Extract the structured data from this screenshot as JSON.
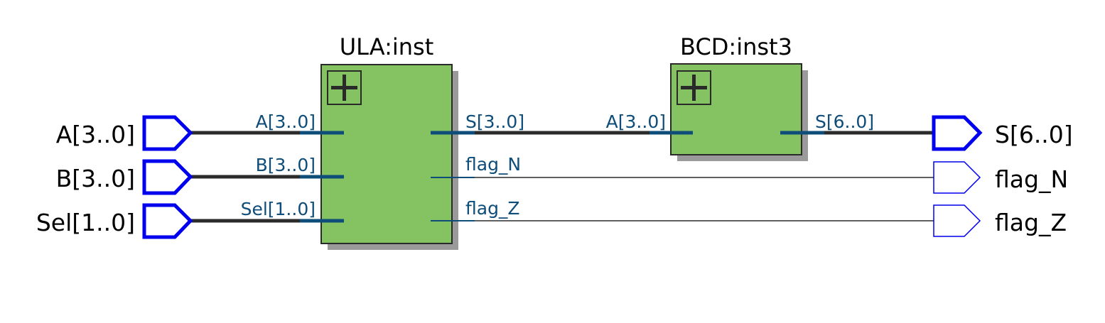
{
  "inputs": [
    {
      "label": "A[3..0]"
    },
    {
      "label": "B[3..0]"
    },
    {
      "label": "Sel[1..0]"
    }
  ],
  "outputs": [
    {
      "label": "S[6..0]"
    },
    {
      "label": "flag_N"
    },
    {
      "label": "flag_Z"
    }
  ],
  "blocks": {
    "ula": {
      "title": "ULA:inst",
      "in_pins": [
        "A[3..0]",
        "B[3..0]",
        "Sel[1..0]"
      ],
      "out_pins": [
        "S[3..0]",
        "flag_N",
        "flag_Z"
      ]
    },
    "bcd": {
      "title": "BCD:inst3",
      "in_pins": [
        "A[3..0]"
      ],
      "out_pins": [
        "S[6..0]"
      ]
    }
  },
  "colors": {
    "block_fill": "#84c262",
    "block_border": "#2a2a2a",
    "block_shadow": "#9a9a9a",
    "bus_wire": "#2b2b2b",
    "pin_stub": "#0e4d7a",
    "port_outline": "#0000ee",
    "pin_label": "#0e4d7a"
  },
  "icons": {
    "expand": "plus-box-icon",
    "input_port": "input-port-icon",
    "output_port": "output-port-icon"
  }
}
